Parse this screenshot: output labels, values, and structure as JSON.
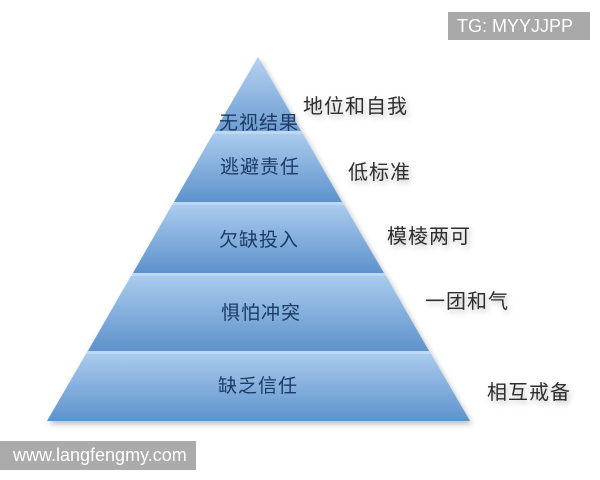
{
  "badge": {
    "text": "TG: MYYJJPP",
    "bg": "#a9a9a9",
    "color": "#ffffff"
  },
  "watermark": {
    "text": "www.langfengmy.com",
    "bg": "#ababab",
    "color": "#ffffff"
  },
  "pyramid": {
    "type": "pyramid-diagram",
    "levels": [
      {
        "inside_label": "无视结果",
        "outside_label": "地位和自我"
      },
      {
        "inside_label": "逃避责任",
        "outside_label": "低标准"
      },
      {
        "inside_label": "欠缺投入",
        "outside_label": "模棱两可"
      },
      {
        "inside_label": "惧怕冲突",
        "outside_label": "一团和气"
      },
      {
        "inside_label": "缺乏信任",
        "outside_label": "相互戒备"
      }
    ],
    "colors": {
      "band1_top": "#b4d2f1",
      "band1_bottom": "#6f9dd3",
      "band_top": "#a9cbee",
      "band_bottom": "#5e92cc",
      "separator": "#bdd8f2",
      "inner_label_color": "#1c3a62",
      "outer_label_color": "#2e2e2e"
    }
  }
}
